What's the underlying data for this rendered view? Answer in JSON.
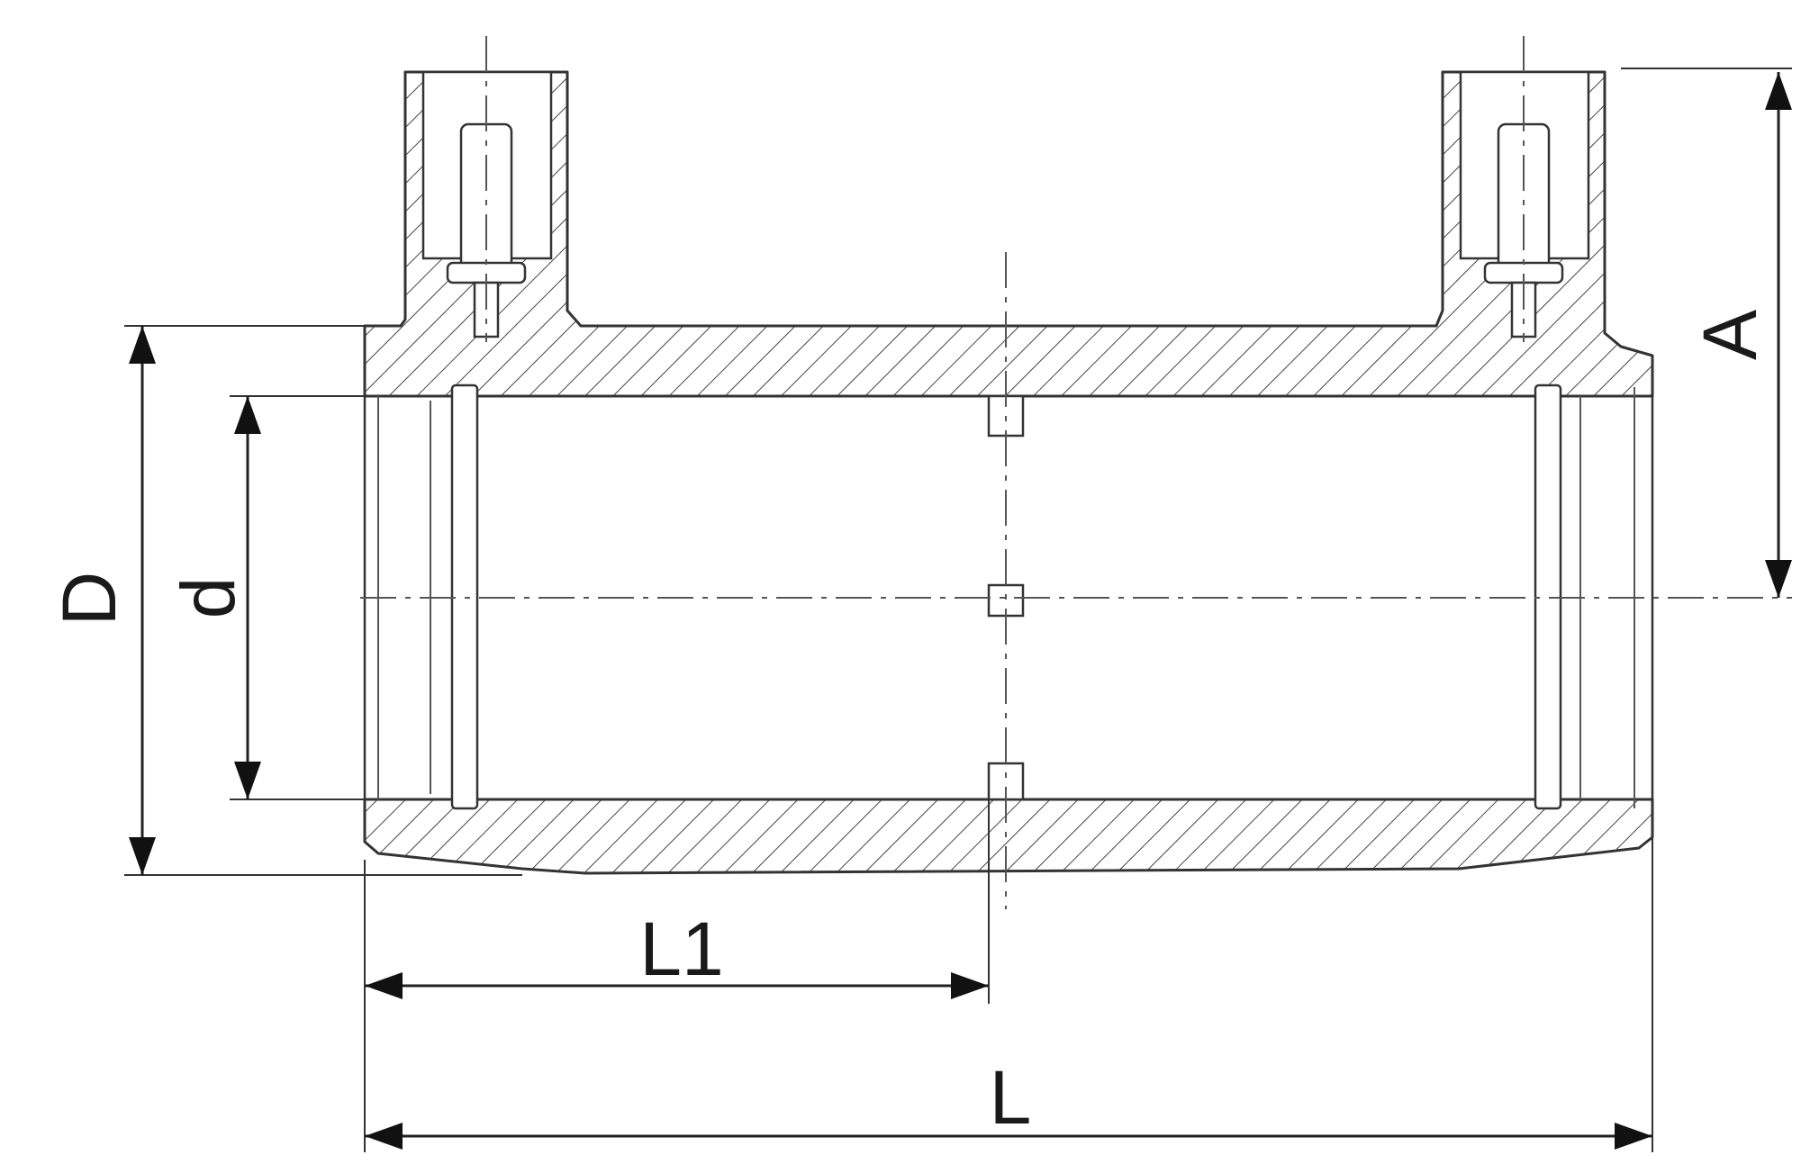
{
  "diagram": {
    "type": "technical-section-drawing",
    "dimension_labels": {
      "A": "A",
      "D": "D",
      "d": "d",
      "L1": "L1",
      "L": "L"
    }
  }
}
